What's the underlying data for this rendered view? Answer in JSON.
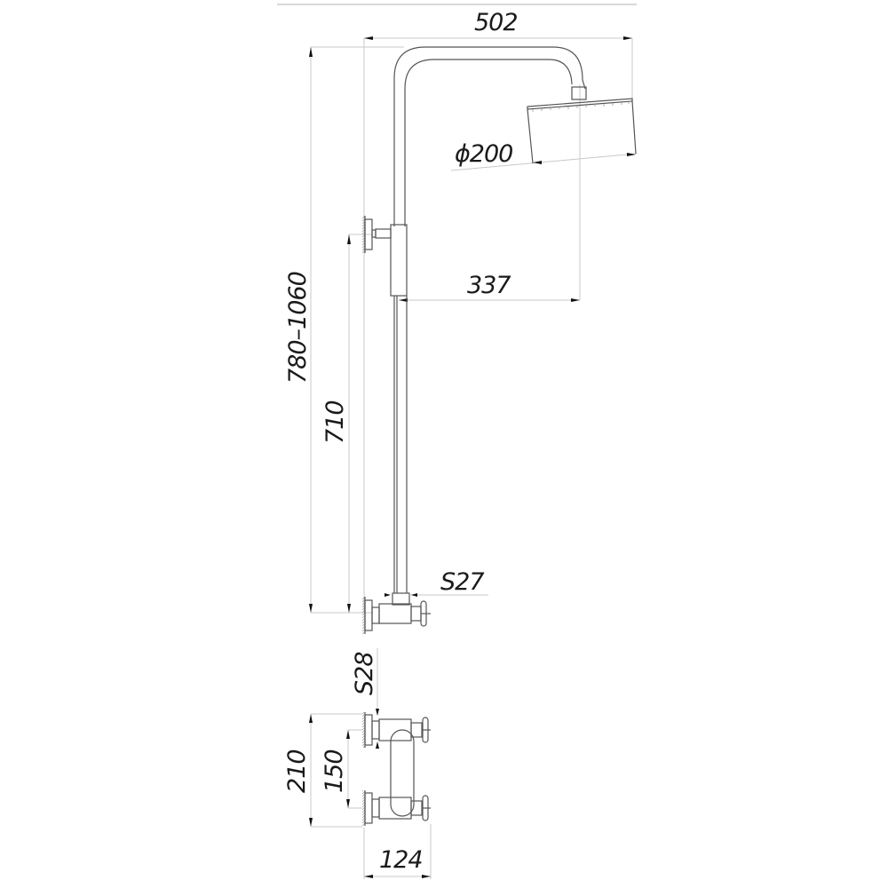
{
  "drawing": {
    "title": "Shower column technical drawing",
    "dimensions": {
      "overall_width": "502",
      "head_diameter": "ϕ200",
      "arm_reach": "337",
      "height_range": "780–1060",
      "bracket_to_valve": "710",
      "nut_size_top": "S27",
      "nut_size_mixer": "S28",
      "mixer_height": "210",
      "mixer_center_distance": "150",
      "mixer_depth": "124"
    },
    "colors": {
      "outline": "#555555",
      "dimension_line": "#c8c8c8",
      "text": "#1a1a1a",
      "background": "#ffffff"
    }
  }
}
